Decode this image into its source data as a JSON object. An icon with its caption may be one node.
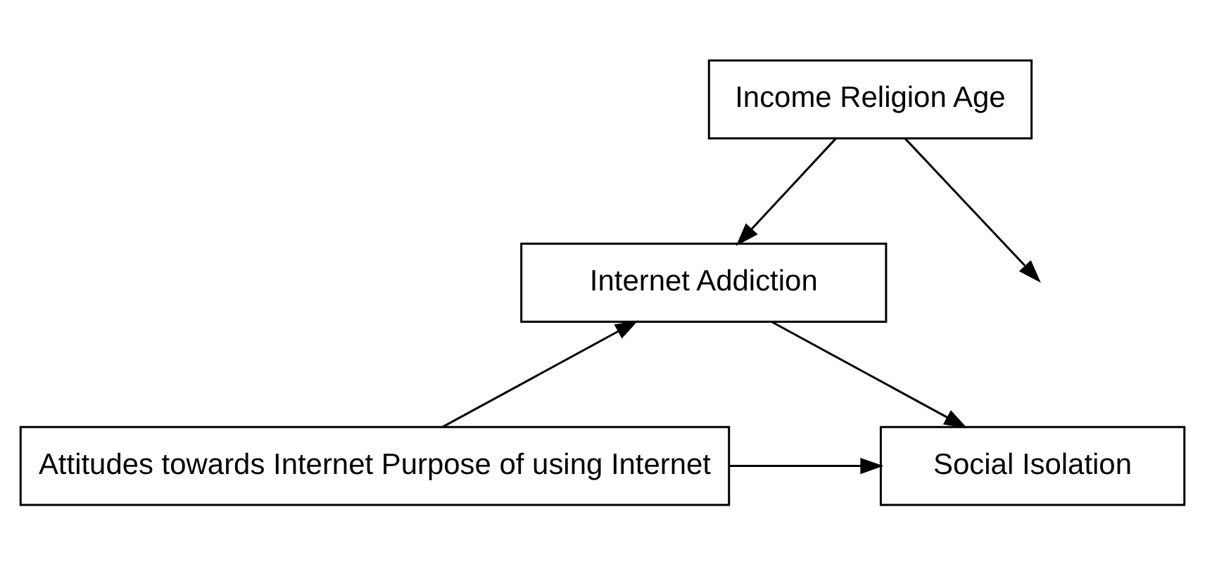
{
  "diagram": {
    "nodes": [
      {
        "text": [
          "Income Religion Age"
        ]
      },
      {
        "text": [
          "Attitudes towards Internet Purpose of using Internet"
        ]
      },
      {
        "text": [
          "Social Isolation"
        ]
      },
      {
        "text": [
          "Internet Addiction"
        ]
      }
    ],
    "edges": [
      {
        "from": 1,
        "to": 2,
        "arrow": "to"
      },
      {
        "from": 0,
        "to": null,
        "arrow": "to"
      },
      {
        "from": 0,
        "to": 3,
        "arrow": "to"
      },
      {
        "from": 1,
        "to": 3,
        "arrow": "to"
      },
      {
        "from": 3,
        "to": 2,
        "arrow": "to"
      }
    ]
  }
}
